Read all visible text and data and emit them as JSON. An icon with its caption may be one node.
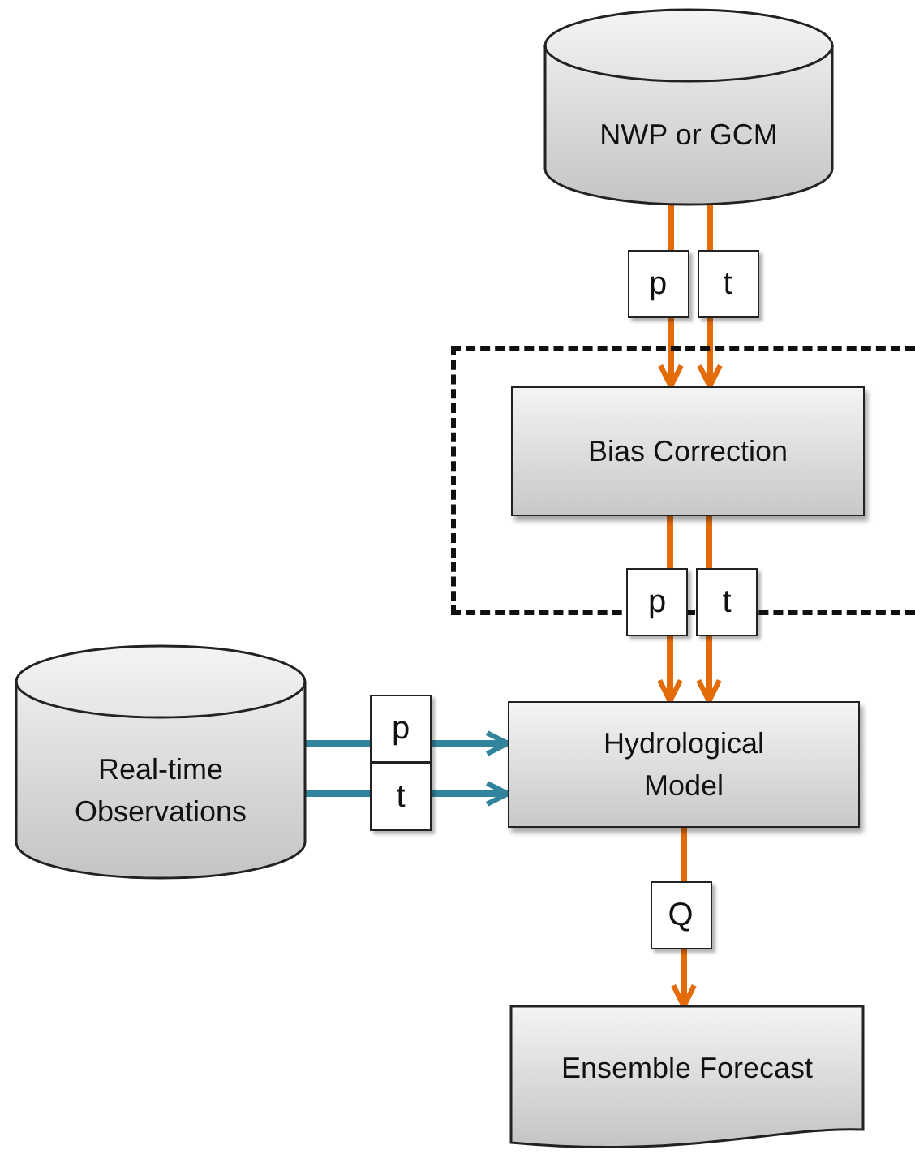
{
  "diagram": {
    "nodes": [
      {
        "text": [
          "NWP or GCM"
        ]
      },
      {
        "text": [],
        "shape": "box"
      },
      {
        "text": [
          "Bias Correction"
        ],
        "in": 1
      },
      {
        "text": [
          "Real-time Observations"
        ]
      },
      {
        "text": [
          "Hydrological Model"
        ]
      },
      {
        "text": [
          "Ensemble Forecast"
        ]
      }
    ],
    "edges": [
      {
        "from": 0,
        "to": 2,
        "arrow": "to",
        "label": "p"
      },
      {
        "from": 0,
        "to": 2,
        "arrow": "to",
        "label": "t"
      },
      {
        "from": 2,
        "to": 4,
        "arrow": "to",
        "label": "p"
      },
      {
        "from": 2,
        "to": 4,
        "arrow": "to",
        "label": "t"
      },
      {
        "from": 3,
        "to": 4,
        "arrow": "to",
        "label": "p",
        "color": "#31849b"
      },
      {
        "from": 3,
        "to": 4,
        "arrow": "to",
        "label": "t",
        "color": "#31849b"
      },
      {
        "from": 4,
        "to": 5,
        "arrow": "to",
        "label": "Q"
      }
    ]
  }
}
